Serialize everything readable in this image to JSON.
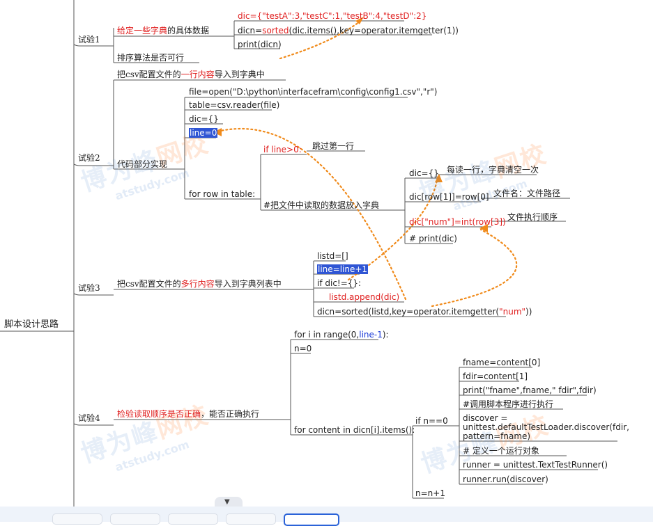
{
  "root": {
    "label": "脚本设计思路"
  },
  "exp1": {
    "label": "试验1",
    "a": {
      "pre": "",
      "red": "给定一些字典",
      "post": "的具体数据"
    },
    "code1": "dic={\"testA\":3,\"testC\":1,\"testB\":4,\"testD\":2}",
    "code2_a": "dicn=",
    "code2_red": "sorted",
    "code2_b": "(dic.items(),key=operator.itemgetter(1))",
    "code3": "print(dicn)",
    "b": "排序算法是否可行"
  },
  "exp2": {
    "label": "试验2",
    "title": {
      "pre": "把csv配置文件的",
      "red": "一行内容",
      "post": "导入到字典中"
    },
    "impl": "代码部分实现",
    "c1": "file=open(\"D:\\python\\interfacefram\\config\\config1.csv\",\"r\")",
    "c2": "table=csv.reader(file)",
    "c3": "dic={}",
    "c4": "line=0",
    "loop": "for row in table:",
    "ifline": "if line>0:",
    "skip": "跳过第一行",
    "readdata": "#把文件中读取的数据放入字典",
    "d1": "dic={}",
    "d1note": "每读一行，字典清空一次",
    "d2": "dic[row[1]]=row[0]",
    "d2note": "文件名：文件路径",
    "d3": "dic[\"num\"]=int(row[3])",
    "d3note": "文件执行顺序",
    "d4": "# print(dic)"
  },
  "exp3": {
    "label": "试验3",
    "title": {
      "pre": "把csv配置文件的",
      "red": "多行内容",
      "post": "导入到字典列表中"
    },
    "e1": "listd=[]",
    "e2": "line=line+1",
    "e3": "if dic!={}:",
    "e4": "listd.append(dic)",
    "e5_a": "dicn=sorted(listd,key=operator.itemgetter(",
    "e5_red": "\"num\"",
    "e5_b": "))"
  },
  "exp4": {
    "label": "试验4",
    "title": {
      "red": "检验读取顺序是否正确",
      "post": "，能否正确执行"
    },
    "f1_a": "for i in range(0,",
    "f1_blue": "line-1",
    "f1_b": "):",
    "f2": "n=0",
    "f3": "for content in dicn[i].items():",
    "cond": "if n==0",
    "g1": "fname=content[0]",
    "g2": "fdir=content[1]",
    "g3": "print(\"fname\",fname,\"    fdir\",fdir)",
    "g4": "#调用脚本程序进行执行",
    "g5a": "discover =",
    "g5b": "unittest.defaultTestLoader.discover(fdir,",
    "g5c": "pattern=fname)",
    "g6": "# 定义一个运行对象",
    "g7": "runner = unittest.TextTestRunner()",
    "g8": "runner.run(discover)",
    "inc": "n=n+1"
  },
  "watermark": {
    "brand": "博为峰",
    "school": "网校",
    "site": "atstudy.com"
  },
  "ui": {
    "collapse_icon": "▼"
  }
}
